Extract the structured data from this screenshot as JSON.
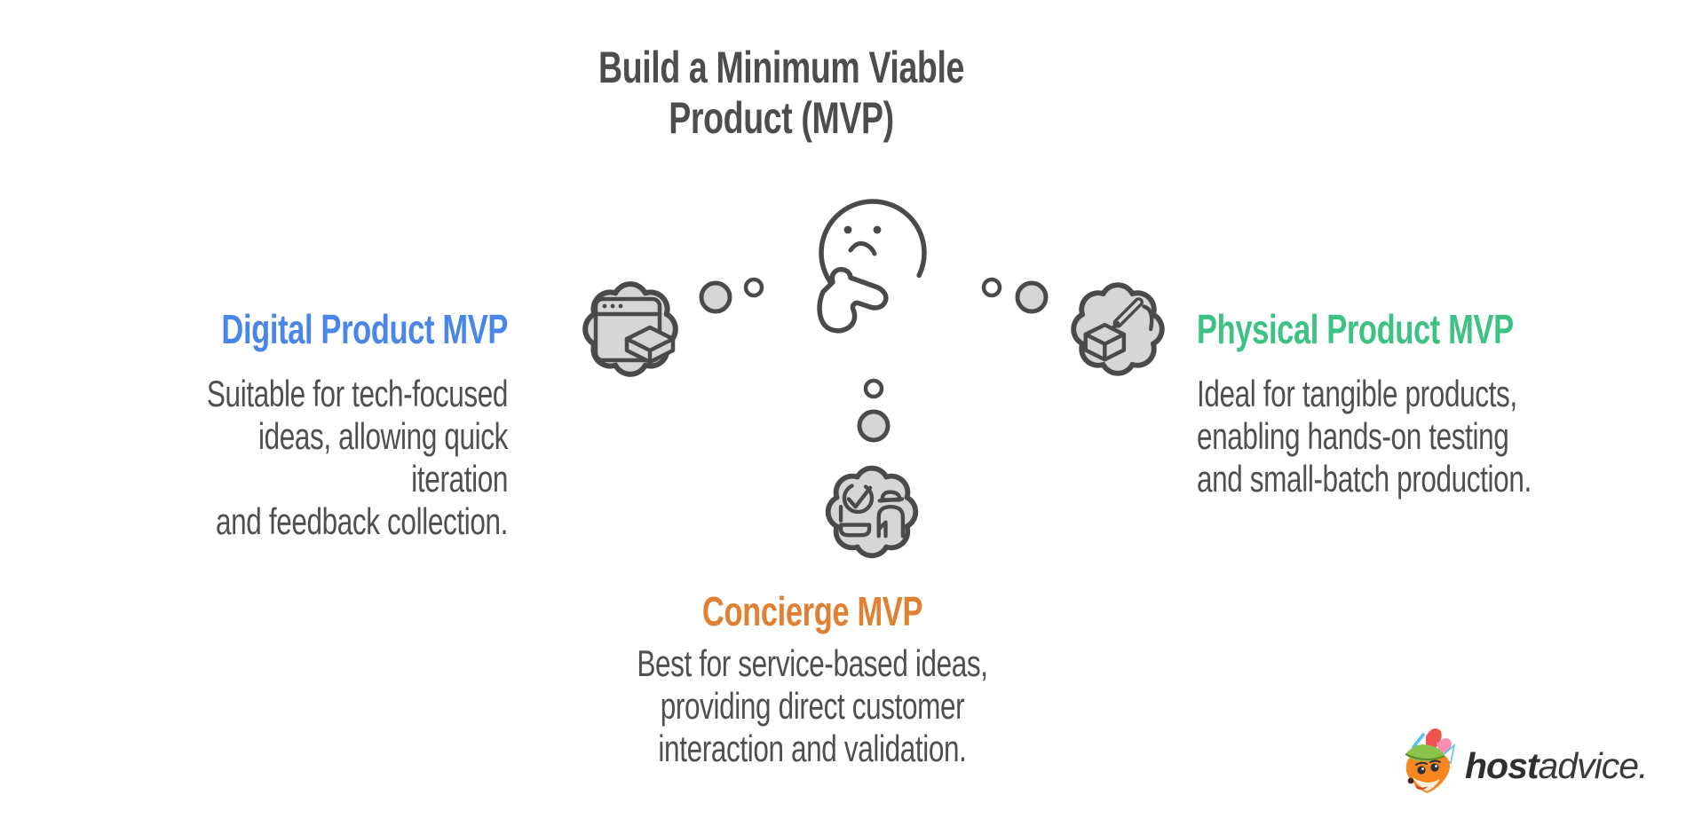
{
  "title": {
    "line1": "Build a Minimum Viable",
    "line2": "Product (MVP)",
    "color": "#4D4D4D"
  },
  "branches": {
    "digital": {
      "heading": "Digital Product MVP",
      "color": "#4A85E8",
      "desc_line1": "Suitable for tech-focused",
      "desc_line2": "ideas, allowing quick iteration",
      "desc_line3": "and feedback collection.",
      "icon": "browser-window-cube-thought-bubble"
    },
    "physical": {
      "heading": "Physical Product MVP",
      "color": "#3DC283",
      "desc_line1": "Ideal for tangible products,",
      "desc_line2": "enabling hands-on testing",
      "desc_line3": "and small-batch production.",
      "icon": "cube-with-pen-thought-bubble"
    },
    "concierge": {
      "heading": "Concierge MVP",
      "color": "#DF8033",
      "desc_line1": "Best for service-based ideas,",
      "desc_line2": "providing direct customer",
      "desc_line3": "interaction and validation.",
      "icon": "concierge-service-thought-bubble"
    }
  },
  "center": {
    "icon": "thinking-face"
  },
  "logo": {
    "brand_bold": "host",
    "brand_light": "advice.",
    "mascot": "fox-mascot"
  },
  "colors": {
    "body_text": "#4F4F4F",
    "icon_outline": "#4A4A4A",
    "bubble_fill": "#D6D6D6",
    "background": "#FFFFFF"
  }
}
